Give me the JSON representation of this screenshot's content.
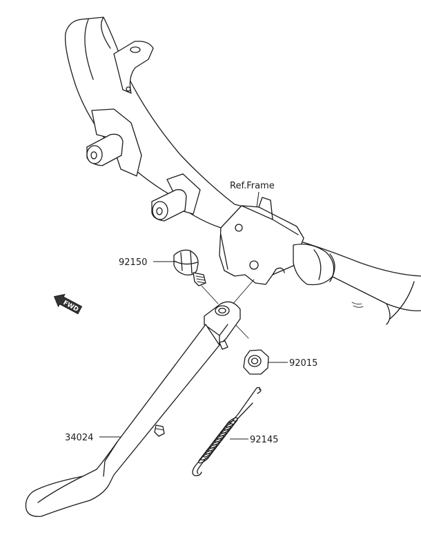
{
  "ref_label": "Ref.Frame",
  "direction_label": "FWD",
  "parts": [
    {
      "number": "92150",
      "description": "bolt"
    },
    {
      "number": "92015",
      "description": "nut"
    },
    {
      "number": "34024",
      "description": "side stand"
    },
    {
      "number": "92145",
      "description": "spring"
    }
  ]
}
